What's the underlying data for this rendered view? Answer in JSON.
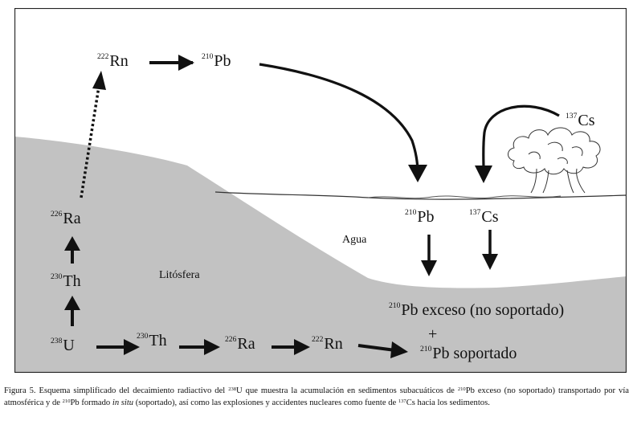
{
  "diagram": {
    "top": {
      "rn222": {
        "mass": "222",
        "symbol": "Rn"
      },
      "pb210": {
        "mass": "210",
        "symbol": "Pb"
      }
    },
    "chain_vertical": [
      {
        "key": "u238",
        "mass": "238",
        "symbol": "U"
      },
      {
        "key": "th230",
        "mass": "230",
        "symbol": "Th"
      },
      {
        "key": "ra226",
        "mass": "226",
        "symbol": "Ra"
      }
    ],
    "chain_bottom": [
      {
        "key": "th230",
        "mass": "230",
        "symbol": "Th"
      },
      {
        "key": "ra226",
        "mass": "226",
        "symbol": "Ra"
      },
      {
        "key": "rn222",
        "mass": "222",
        "symbol": "Rn"
      },
      {
        "key": "pb210",
        "mass": "210",
        "symbol": "Pb soportado"
      }
    ],
    "water_label": "Agua",
    "lithosphere_label": "Litósfera",
    "pb_water": {
      "mass": "210",
      "symbol": "Pb"
    },
    "cs_water": {
      "mass": "137",
      "symbol": "Cs"
    },
    "cs_source": {
      "mass": "137",
      "symbol": "Cs"
    },
    "excess": {
      "mass": "210",
      "symbol": "Pb exceso (no soportado)"
    },
    "plus": "+",
    "colors": {
      "sediment": "#c2c2c2",
      "ink": "#111111",
      "water": "#ffffff"
    }
  },
  "caption": {
    "p1": "Figura 5. Esquema simplificado del decaimiento radiactivo del ",
    "s1": "238",
    "p2": "U que muestra la acumulación en sedimentos subacuáticos de ",
    "s2": "210",
    "p3": "Pb exceso (no soportado) transportado por vía atmosférica y de ",
    "s3": "210",
    "p4": "Pb formado ",
    "i1": "in situ",
    "p5": " (soportado), así como las explosiones y accidentes nucleares como fuente de ",
    "s4": "137",
    "p6": "Cs hacia los sedimentos."
  }
}
